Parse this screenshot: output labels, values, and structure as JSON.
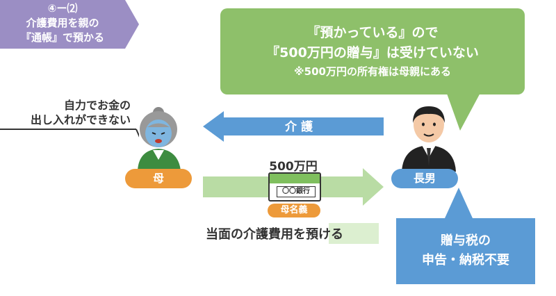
{
  "banner": {
    "number": "④ー⑵",
    "line1": "介護費用を親の",
    "line2": "『通帳』で預かる"
  },
  "speech_bubble": {
    "line1": "『預かっている』ので",
    "line2": "『500万円の贈与』は受けていない",
    "line3": "※500万円の所有権は母親にある"
  },
  "mother": {
    "caption_line1": "自力でお金の",
    "caption_line2": "出し入れができない",
    "label": "母"
  },
  "son": {
    "label": "長男"
  },
  "care_arrow": {
    "label": "介 護"
  },
  "money": {
    "amount": "500万円",
    "bank_label": "〇〇銀行",
    "account_name": "母名義",
    "purpose": "当面の介護費用を預ける"
  },
  "tax_box": {
    "line1": "贈与税の",
    "line2": "申告・納税不要"
  },
  "colors": {
    "banner": "#9b8ec4",
    "bubble_green": "#8ec06a",
    "orange": "#ed9a3a",
    "blue": "#5b9bd5",
    "light_green_arrow": "#b9dca4",
    "passbook_green": "#7fbf5e"
  }
}
